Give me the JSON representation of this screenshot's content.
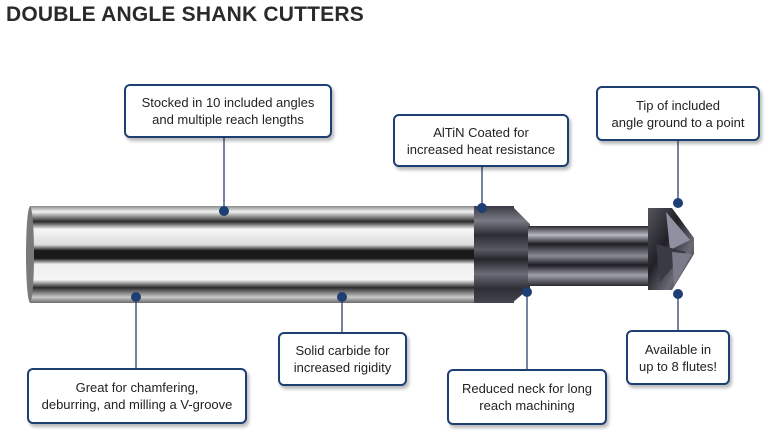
{
  "title": "DOUBLE ANGLE SHANK CUTTERS",
  "colors": {
    "callout_border": "#1e3f73",
    "dot": "#1e3f73",
    "title": "#2a2a2a"
  },
  "callouts": [
    {
      "id": "angles",
      "lines": [
        "Stocked in 10 included angles",
        "and multiple reach lengths"
      ]
    },
    {
      "id": "coating",
      "lines": [
        "AlTiN Coated for",
        "increased heat resistance"
      ]
    },
    {
      "id": "tip",
      "lines": [
        "Tip of included",
        "angle ground to a point"
      ]
    },
    {
      "id": "carbide",
      "lines": [
        "Solid carbide for",
        "increased rigidity"
      ]
    },
    {
      "id": "chamfer",
      "lines": [
        "Great for chamfering,",
        "deburring, and milling a V-groove"
      ]
    },
    {
      "id": "neck",
      "lines": [
        "Reduced neck for long",
        "reach machining"
      ]
    },
    {
      "id": "flutes",
      "lines": [
        "Available in",
        "up to 8 flutes!"
      ]
    }
  ]
}
